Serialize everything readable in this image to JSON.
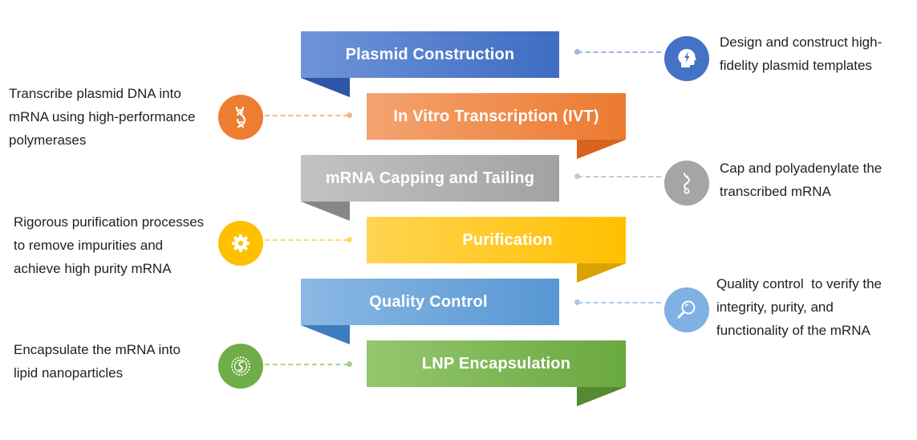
{
  "steps": [
    {
      "title": "Plasmid Construction",
      "icon": "lightbulb-head-icon",
      "color": "#4472c4",
      "description": [
        "Design and construct high-",
        "fidelity plasmid templates"
      ]
    },
    {
      "title": "In Vitro Transcription (IVT)",
      "icon": "dna-helix-icon",
      "color": "#ed7d31",
      "description": [
        "Transcribe plasmid DNA into",
        "mRNA using high-performance",
        "polymerases"
      ]
    },
    {
      "title": "mRNA Capping and Tailing",
      "icon": "rna-strand-icon",
      "color": "#a5a5a5",
      "description": [
        "Cap and polyadenylate the",
        "transcribed mRNA"
      ]
    },
    {
      "title": "Purification",
      "icon": "gear-icon",
      "color": "#ffc000",
      "description": [
        "Rigorous purification processes",
        "to remove impurities and",
        "achieve high purity mRNA"
      ]
    },
    {
      "title": "Quality Control",
      "icon": "magnifier-icon",
      "color": "#5b9bd5",
      "description": [
        "Quality control  to verify the",
        "integrity, purity, and",
        "functionality of the mRNA"
      ]
    },
    {
      "title": "LNP Encapsulation",
      "icon": "nanoparticle-icon",
      "color": "#70ad47",
      "description": [
        "Encapsulate the mRNA into",
        "lipid nanoparticles"
      ]
    }
  ]
}
